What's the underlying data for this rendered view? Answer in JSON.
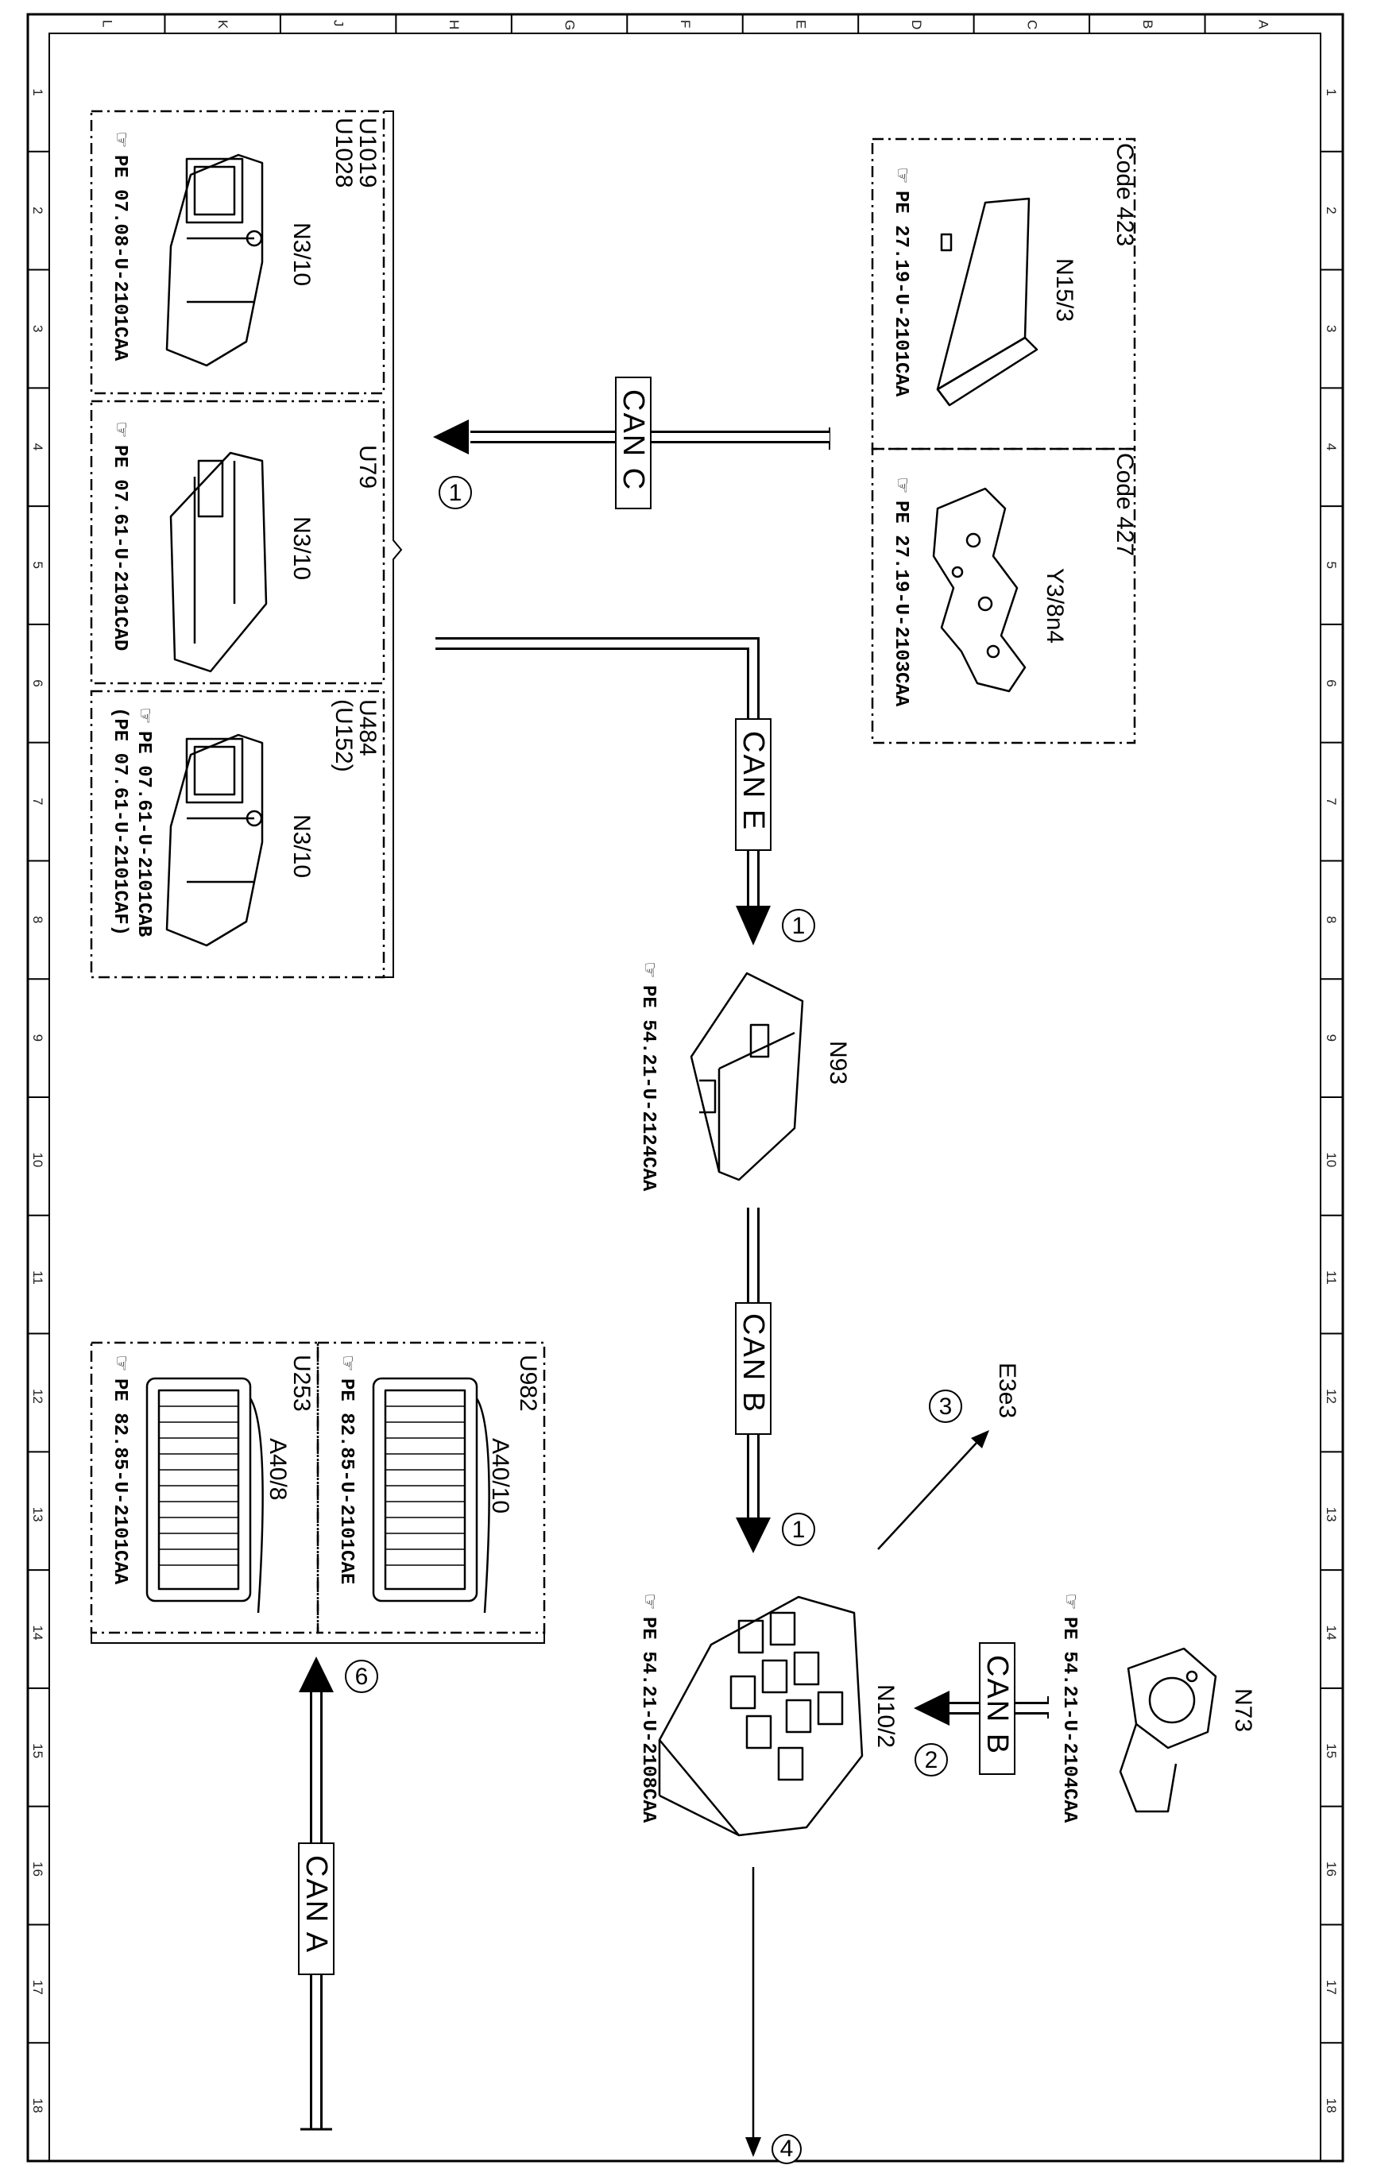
{
  "grid": {
    "letters": [
      "L",
      "K",
      "J",
      "H",
      "G",
      "F",
      "E",
      "D",
      "C",
      "B",
      "A"
    ],
    "numbers": [
      "1",
      "2",
      "3",
      "4",
      "5",
      "6",
      "7",
      "8",
      "9",
      "10",
      "11",
      "12",
      "13",
      "14",
      "15",
      "16",
      "17",
      "18"
    ]
  },
  "groups": {
    "right_top": {
      "code423": {
        "code": "Code 423",
        "label": "N15/3",
        "ref": "PE 27.19-U-2101CAA"
      },
      "code427": {
        "code": "Code 427",
        "label": "Y3/8n4",
        "ref": "PE 27.19-U-2103CAA"
      }
    },
    "left_top": {
      "u1019": {
        "code": "U1019",
        "code2": "U1028",
        "label": "N3/10",
        "ref": "PE 07.08-U-2101CAA"
      },
      "u79": {
        "code": "U79",
        "label": "N3/10",
        "ref": "PE 07.61-U-2101CAD"
      },
      "u484": {
        "code": "U484",
        "code2": "(U152)",
        "label": "N3/10",
        "ref": "PE 07.61-U-2101CAB",
        "ref2": "(PE 07.61-U-2101CAF)"
      }
    },
    "left_bottom": {
      "u982": {
        "code": "U982",
        "label": "A40/10",
        "ref": "PE 82.85-U-2101CAE"
      },
      "u253": {
        "code": "U253",
        "label": "A40/8",
        "ref": "PE 82.85-U-2101CAA"
      }
    }
  },
  "modules": {
    "n93": {
      "label": "N93",
      "ref": "PE 54.21-U-2124CAA"
    },
    "n10_2": {
      "label": "N10/2",
      "ref": "PE 54.21-U-2108CAA"
    },
    "n73": {
      "label": "N73",
      "ref": "PE 54.21-U-2104CAA"
    },
    "e3e3": {
      "label": "E3e3"
    }
  },
  "buses": {
    "can_c": "CAN C",
    "can_e": "CAN E",
    "can_b": "CAN B",
    "can_b2": "CAN B",
    "can_a": "CAN A"
  },
  "circled": {
    "c1": "1",
    "c2": "1",
    "c3": "1",
    "c4": "2",
    "c5": "3",
    "c6": "6",
    "c7": "4"
  },
  "icons": {
    "ref_icon": "pointing-hand-book-icon"
  }
}
